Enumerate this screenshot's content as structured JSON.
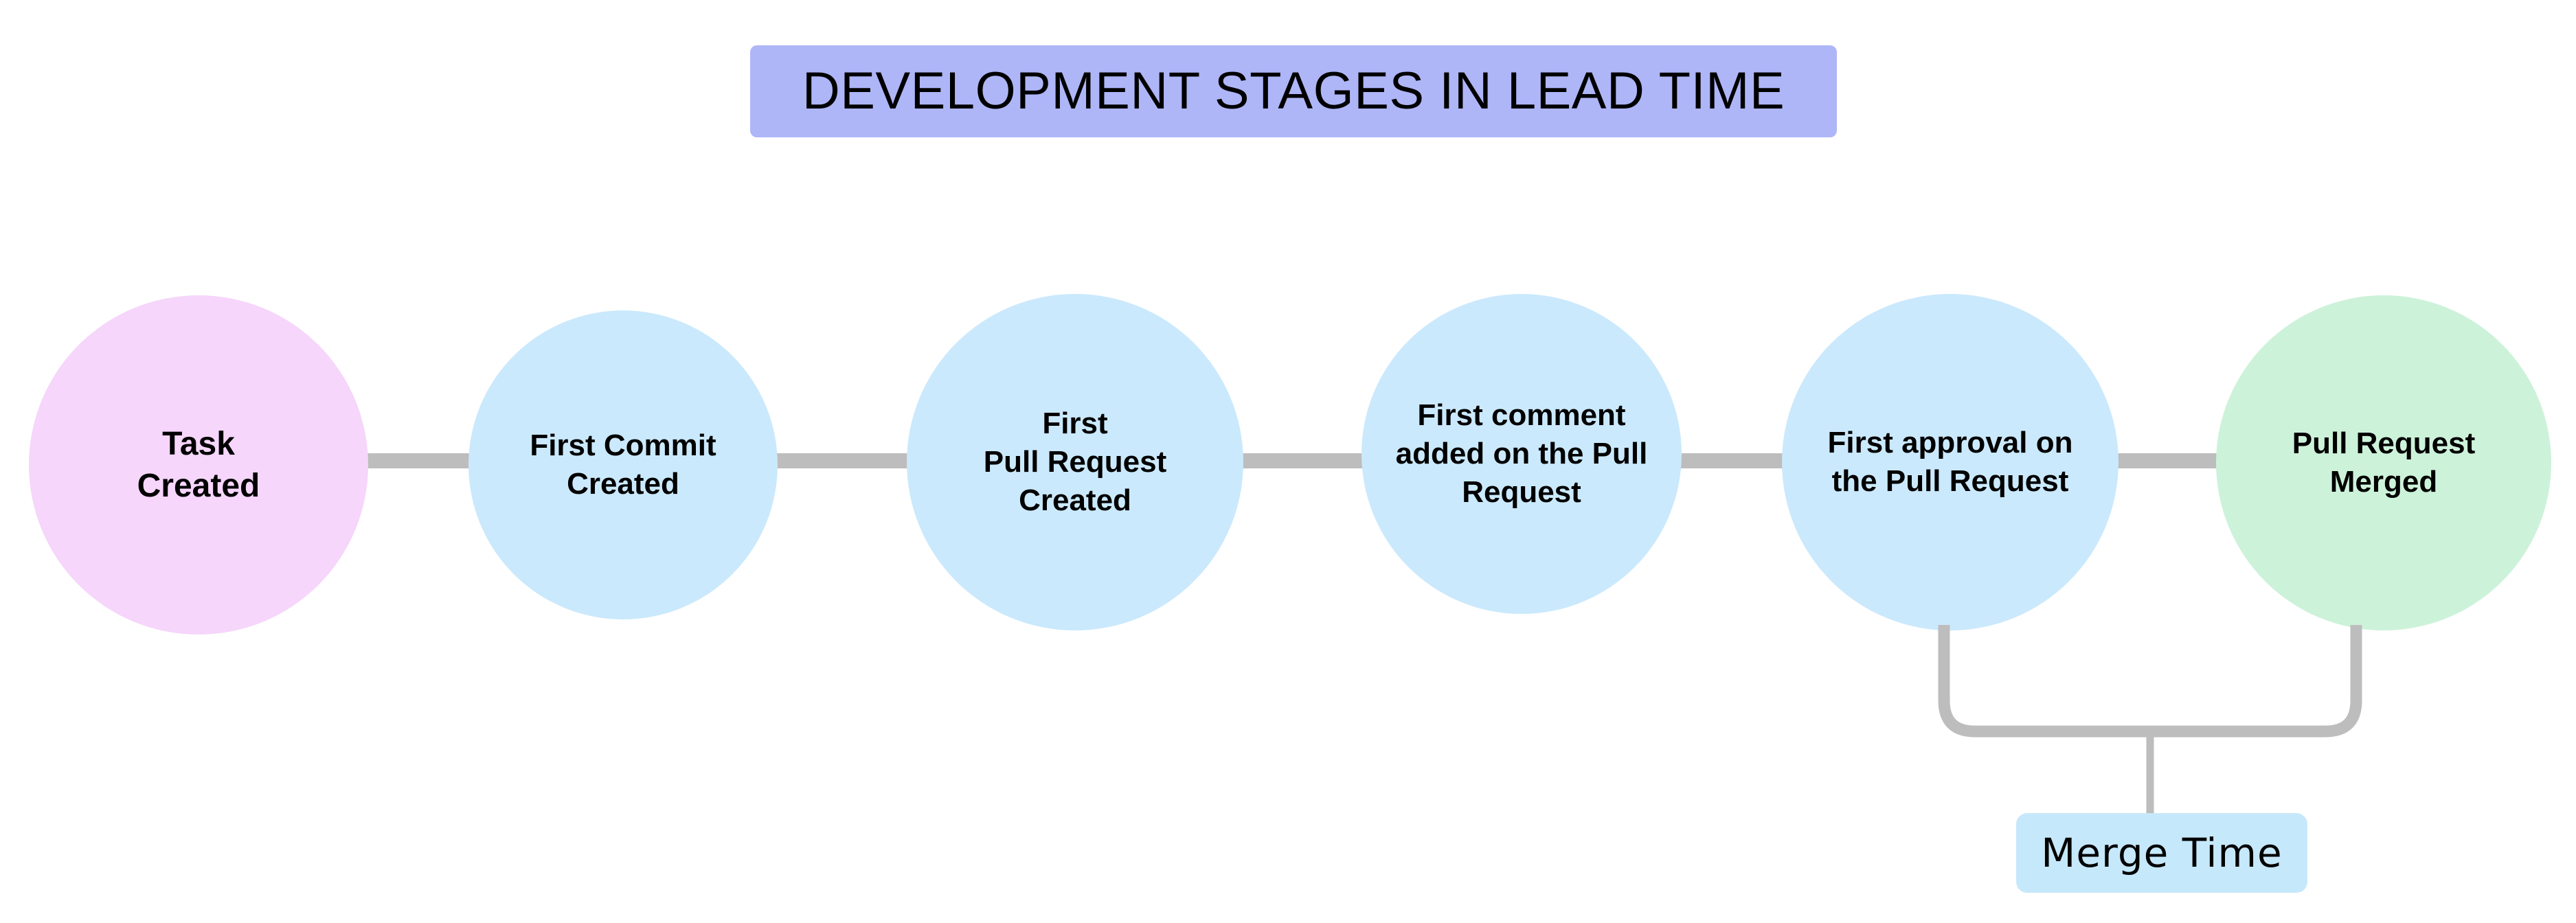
{
  "diagram": {
    "title": "DEVELOPMENT STAGES IN LEAD TIME",
    "title_background_color": "#aeb6f7",
    "canvas_background_color": "#ffffff",
    "connector_color": "#bdbdbd",
    "stages": [
      {
        "id": "task-created",
        "label": "Task\nCreated",
        "color": "#f6d6fb",
        "color_name": "pink"
      },
      {
        "id": "first-commit-created",
        "label": "First Commit\nCreated",
        "color": "#cbe9fc",
        "color_name": "blue"
      },
      {
        "id": "first-pull-request-created",
        "label": "First\nPull Request\nCreated",
        "color": "#cbe9fc",
        "color_name": "blue"
      },
      {
        "id": "first-comment-on-pull-request",
        "label": "First comment\nadded on the Pull\nRequest",
        "color": "#cbe9fc",
        "color_name": "blue"
      },
      {
        "id": "first-approval-on-pull-request",
        "label": "First approval on\nthe Pull Request",
        "color": "#cbe9fc",
        "color_name": "blue"
      },
      {
        "id": "pull-request-merged",
        "label": "Pull Request\nMerged",
        "color": "#cdf2da",
        "color_name": "green"
      }
    ],
    "annotations": [
      {
        "id": "merge-time",
        "label": "Merge Time",
        "background_color": "#c6e8fb",
        "spans_from_stage": "first-approval-on-pull-request",
        "spans_to_stage": "pull-request-merged"
      }
    ]
  }
}
